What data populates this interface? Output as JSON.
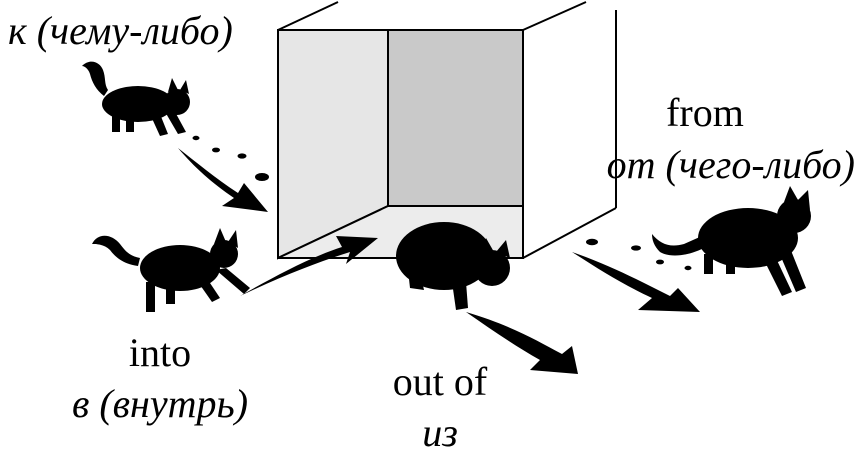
{
  "labels": {
    "to_ru": "к (чему-либо)",
    "from_en": "from",
    "from_ru": "от (чего-либо)",
    "into_en": "into",
    "into_ru": "в (внутрь)",
    "out_of_en": "out of",
    "out_of_ru": "из"
  },
  "colors": {
    "ink": "#000000",
    "box_side": "#e6e6e6",
    "box_back": "#c9c9c9",
    "box_floor": "#ececec"
  },
  "icons": [
    "cat-silhouette-icon",
    "arrow-icon",
    "paw-print-icon"
  ]
}
